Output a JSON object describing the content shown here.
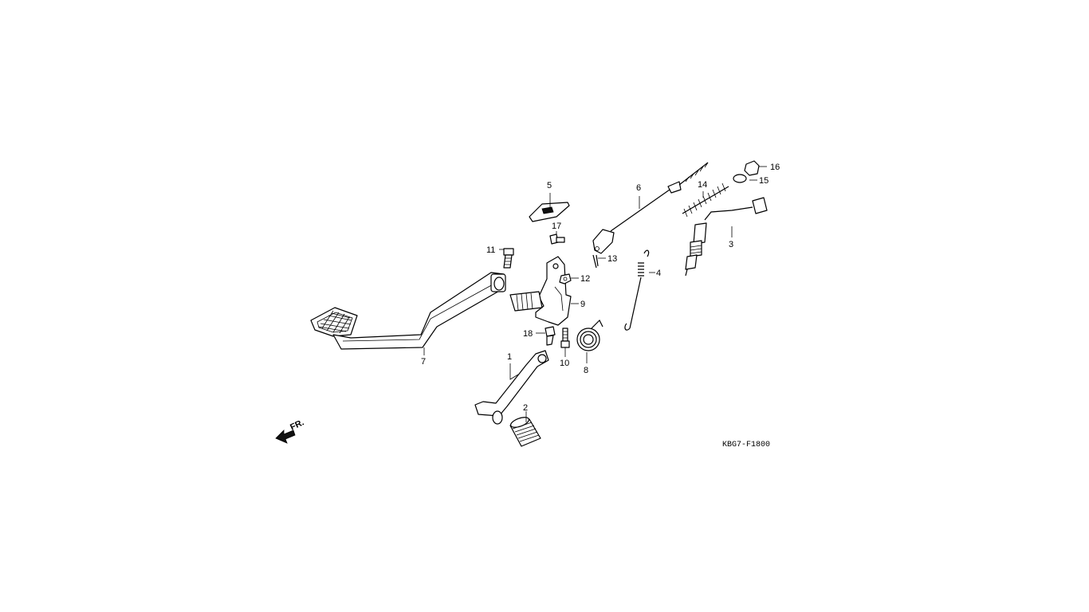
{
  "diagram": {
    "code": "KBG7-F1800",
    "direction_label": "FR.",
    "callouts": [
      {
        "id": "c1",
        "label": "1"
      },
      {
        "id": "c2",
        "label": "2"
      },
      {
        "id": "c3",
        "label": "3"
      },
      {
        "id": "c4",
        "label": "4"
      },
      {
        "id": "c5",
        "label": "5"
      },
      {
        "id": "c6",
        "label": "6"
      },
      {
        "id": "c7",
        "label": "7"
      },
      {
        "id": "c8",
        "label": "8"
      },
      {
        "id": "c9",
        "label": "9"
      },
      {
        "id": "c10",
        "label": "10"
      },
      {
        "id": "c11",
        "label": "11"
      },
      {
        "id": "c12",
        "label": "12"
      },
      {
        "id": "c13",
        "label": "13"
      },
      {
        "id": "c14",
        "label": "14"
      },
      {
        "id": "c15",
        "label": "15"
      },
      {
        "id": "c16",
        "label": "16"
      },
      {
        "id": "c17",
        "label": "17"
      },
      {
        "id": "c18",
        "label": "18"
      }
    ]
  }
}
